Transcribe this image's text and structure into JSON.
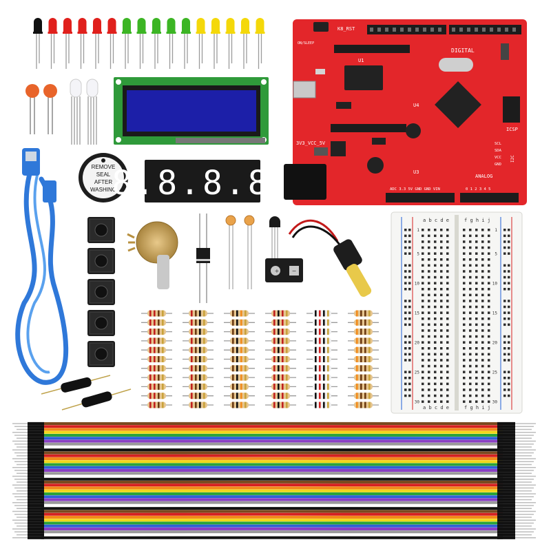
{
  "board": {
    "reset_label": "K8_RST",
    "digital_label": "DIGITAL",
    "icsp_label": "ICSP",
    "analog_label": "ANALOG",
    "power_switch_label": "3V3_VCC_5V",
    "on_sleep_label": "ON/SLEEP",
    "i2c_label": "I2C",
    "pin_labels": [
      "SCL",
      "SDA",
      "VCC",
      "GND"
    ],
    "u1_label": "U1",
    "u3_label": "U3",
    "u4_label": "U4",
    "power_pins": "ADC  3.3  5V  GND  GND  VIN",
    "analog_pins": "0  1  2  3  4  5",
    "colors": {
      "pcb": "#e3262a",
      "header": "#1c1c1c",
      "chip": "#222222"
    }
  },
  "buzzer": {
    "label_lines": [
      "REMOVE",
      "SEAL",
      "AFTER",
      "WASHING"
    ]
  },
  "seven_segment": {
    "digits": "8.8.8.8.",
    "color": "#1a1a1a"
  },
  "breadboard": {
    "left_cols": "a b c d e",
    "right_cols": "f g h i j",
    "row_numbers": [
      "1",
      "5",
      "10",
      "15",
      "20",
      "25",
      "30"
    ]
  },
  "battery_clip": {
    "polarity_plus": "+",
    "polarity_minus": "−"
  },
  "led_colors": {
    "black": "#111111",
    "red": "#e0201c",
    "green": "#3cb524",
    "yellow": "#f4d80a"
  },
  "jumper_colors": [
    "#7a4a1f",
    "#d62020",
    "#f28a1a",
    "#f2d71a",
    "#2aa33a",
    "#2f5fd6",
    "#8a3fc4",
    "#9a9a9a",
    "#ffffff",
    "#111111"
  ]
}
